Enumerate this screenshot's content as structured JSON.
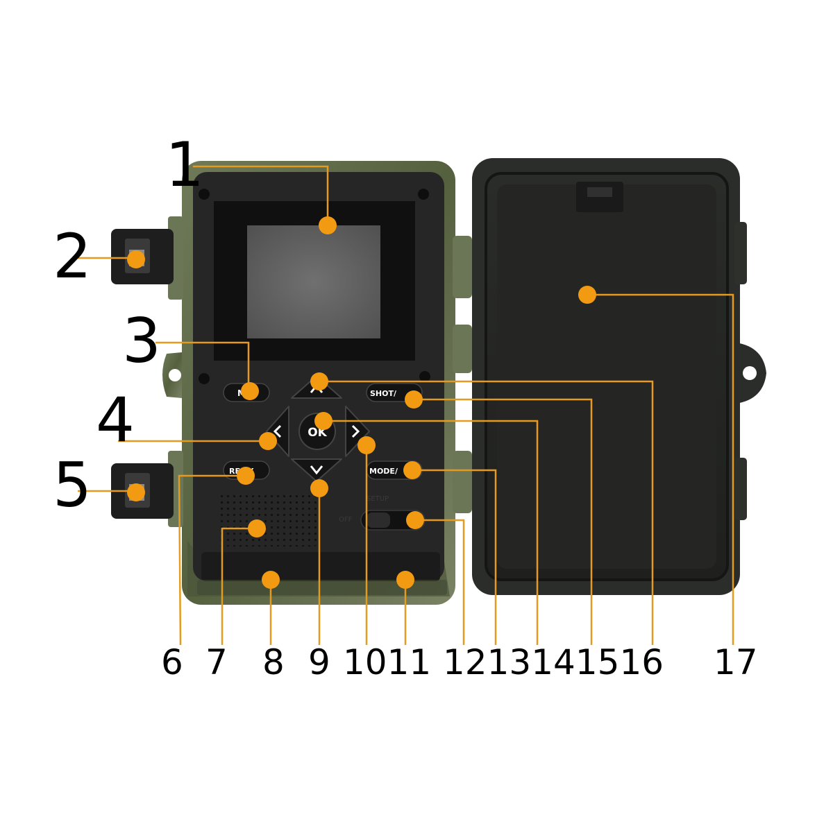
{
  "callouts": {
    "c1": "1",
    "c2": "2",
    "c3": "3",
    "c4": "4",
    "c5": "5",
    "c6": "6",
    "c7": "7",
    "c8": "8",
    "c9": "9",
    "c10_11": "1011",
    "c12_16": "1213141516",
    "c17": "17"
  },
  "buttons": {
    "menu": "ME",
    "replay": "RE  AY",
    "ok": "OK",
    "shot": "SHOT/",
    "mode": "MODE/",
    "setup": "SETUP",
    "off": "OFF"
  },
  "colors": {
    "callout": "#f29a12",
    "leader": "#e69a1f",
    "body": "#2c2c2a",
    "panel": "#232323",
    "camo": "#5c6a4a"
  }
}
